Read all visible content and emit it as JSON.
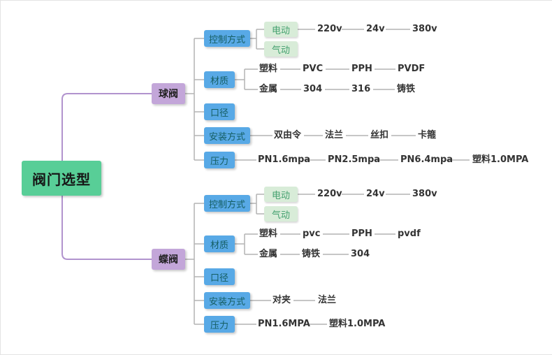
{
  "root": {
    "label": "阀门选型"
  },
  "ball": {
    "label": "球阀",
    "categories": {
      "control": "控制方式",
      "material": "材质",
      "diameter": "口径",
      "install": "安装方式",
      "pressure": "压力"
    },
    "control": {
      "electric": "电动",
      "pneumatic": "气动",
      "volts": [
        "220v",
        "24v",
        "380v"
      ]
    },
    "material": {
      "plastic": "塑料",
      "plastic_chain": [
        "PVC",
        "PPH",
        "PVDF"
      ],
      "metal": "金属",
      "metal_chain": [
        "304",
        "316",
        "铸铁"
      ]
    },
    "install_chain": [
      "双由令",
      "法兰",
      "丝扣",
      "卡箍"
    ],
    "pressure_chain": [
      "PN1.6mpa",
      "PN2.5mpa",
      "PN6.4mpa",
      "塑料1.0MPA"
    ]
  },
  "butterfly": {
    "label": "蝶阀",
    "categories": {
      "control": "控制方式",
      "material": "材质",
      "diameter": "口径",
      "install": "安装方式",
      "pressure": "压力"
    },
    "control": {
      "electric": "电动",
      "pneumatic": "气动",
      "volts": [
        "220v",
        "24v",
        "380v"
      ]
    },
    "material": {
      "plastic": "塑料",
      "plastic_chain": [
        "pvc",
        "PPH",
        "pvdf"
      ],
      "metal": "金属",
      "metal_chain": [
        "铸铁",
        "304"
      ]
    },
    "install_chain": [
      "对夹",
      "法兰"
    ],
    "pressure_chain": [
      "PN1.6MPA",
      "塑料1.0MPA"
    ]
  },
  "colors": {
    "root_bg": "#58ce97",
    "branch_bg": "#c3a6d9",
    "category_bg": "#58a9e6",
    "option_bg": "#d8ecd8",
    "connector": "#b3b3b3",
    "root_connector": "#b193ce"
  }
}
